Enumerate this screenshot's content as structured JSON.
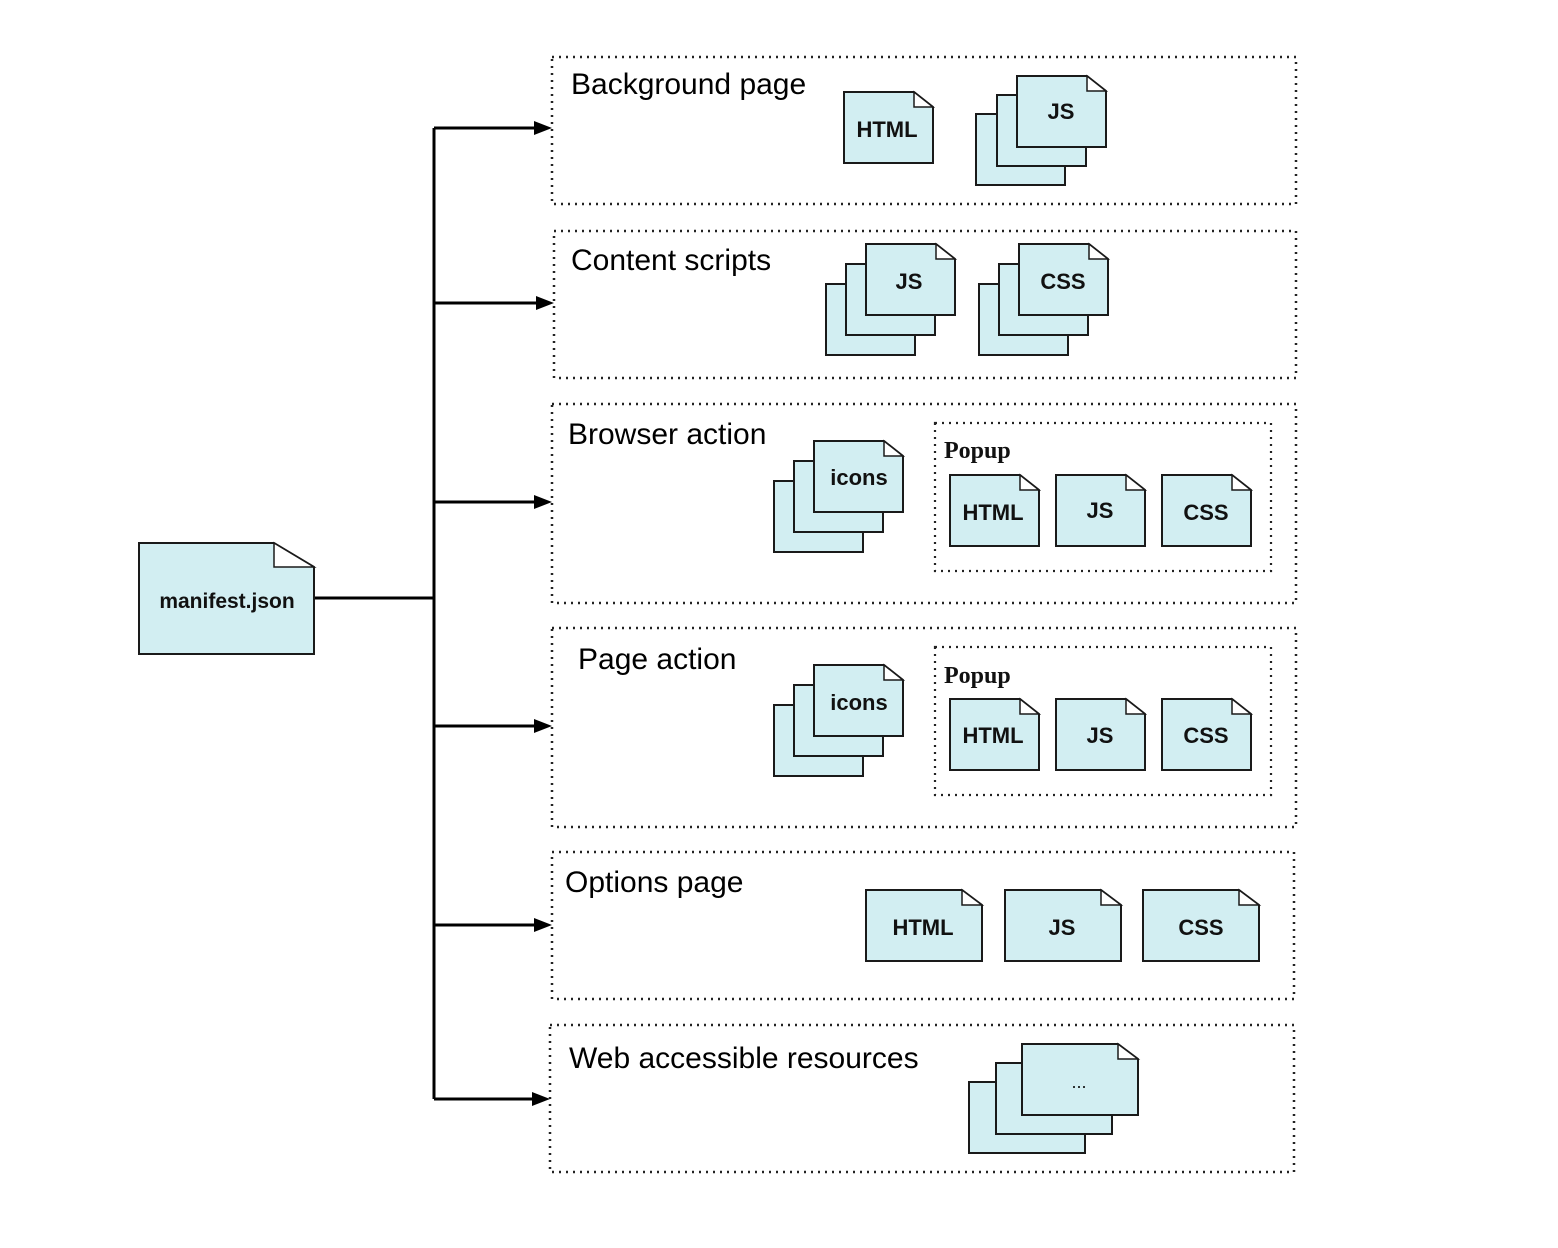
{
  "manifest": {
    "label": "manifest.json"
  },
  "sections": [
    {
      "id": "background-page",
      "title": "Background page",
      "files": [
        {
          "label": "HTML",
          "stacked": false
        },
        {
          "label": "JS",
          "stacked": true
        }
      ]
    },
    {
      "id": "content-scripts",
      "title": "Content scripts",
      "files": [
        {
          "label": "JS",
          "stacked": true
        },
        {
          "label": "CSS",
          "stacked": true
        }
      ]
    },
    {
      "id": "browser-action",
      "title": "Browser action",
      "files": [
        {
          "label": "icons",
          "stacked": true
        }
      ],
      "popup": {
        "title": "Popup",
        "files": [
          {
            "label": "HTML"
          },
          {
            "label": "JS"
          },
          {
            "label": "CSS"
          }
        ]
      }
    },
    {
      "id": "page-action",
      "title": "Page action",
      "files": [
        {
          "label": "icons",
          "stacked": true
        }
      ],
      "popup": {
        "title": "Popup",
        "files": [
          {
            "label": "HTML"
          },
          {
            "label": "JS"
          },
          {
            "label": "CSS"
          }
        ]
      }
    },
    {
      "id": "options-page",
      "title": "Options page",
      "files": [
        {
          "label": "HTML",
          "stacked": false
        },
        {
          "label": "JS",
          "stacked": false
        },
        {
          "label": "CSS",
          "stacked": false
        }
      ]
    },
    {
      "id": "web-accessible-resources",
      "title": "Web accessible resources",
      "files": [
        {
          "label": "...",
          "stacked": true
        }
      ]
    }
  ],
  "colors": {
    "file_fill": "#d2eef2",
    "file_stroke": "#1a1a1a",
    "connector": "#000000"
  }
}
